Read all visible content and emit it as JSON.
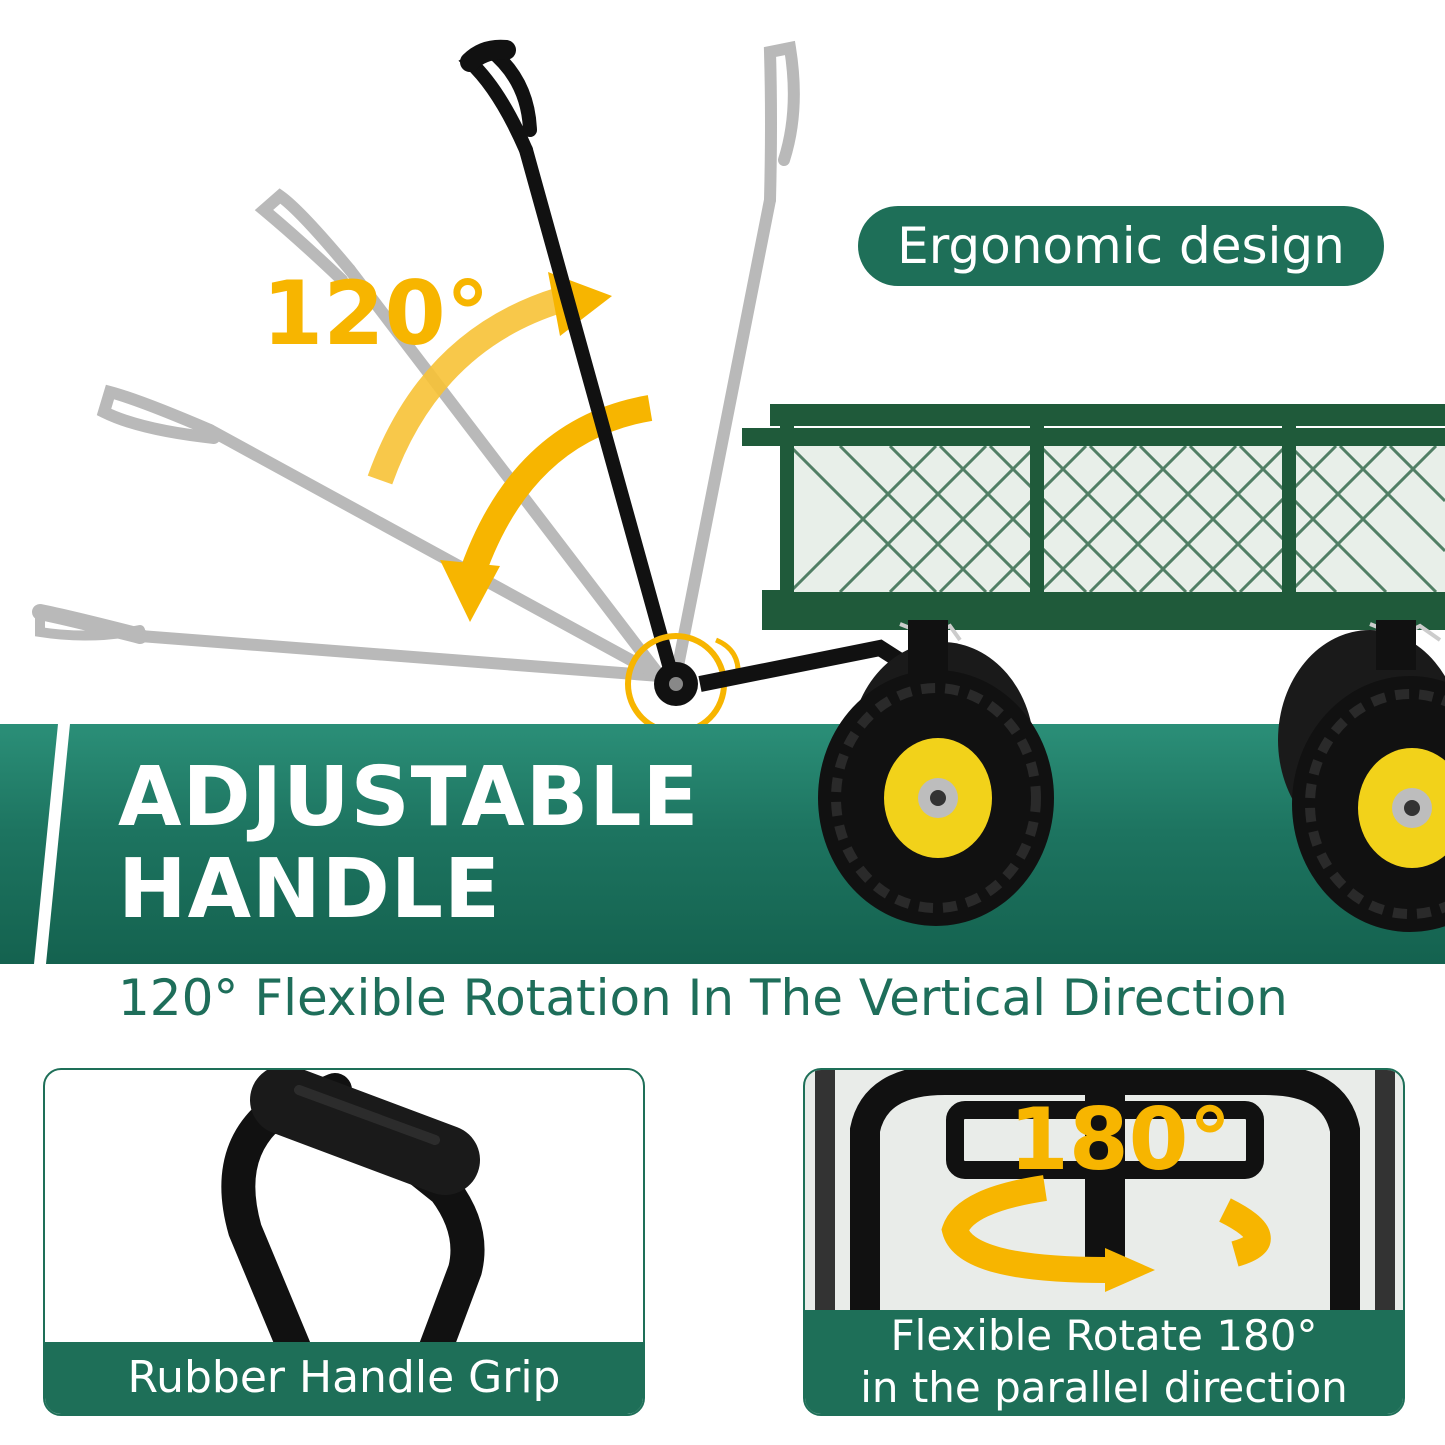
{
  "badge": {
    "label": "Ergonomic design"
  },
  "angle_top": {
    "label": "120°"
  },
  "banner": {
    "line1": "ADJUSTABLE",
    "line2": "HANDLE"
  },
  "subtitle": "120° Flexible Rotation In The Vertical Direction",
  "cards": {
    "left": {
      "caption": "Rubber Handle Grip"
    },
    "right": {
      "angle": "180°",
      "caption_line1": "Flexible Rotate 180°",
      "caption_line2": "in the parallel direction"
    }
  },
  "colors": {
    "brand_green": "#1e6f58",
    "accent_yellow": "#f7b500",
    "cart_green": "#1f5a3a",
    "handle_gray": "#b9b9b9",
    "handle_black": "#111111"
  },
  "icons": [
    "rotation-arrow-icon",
    "swivel-arrow-icon",
    "pivot-circle-icon"
  ]
}
